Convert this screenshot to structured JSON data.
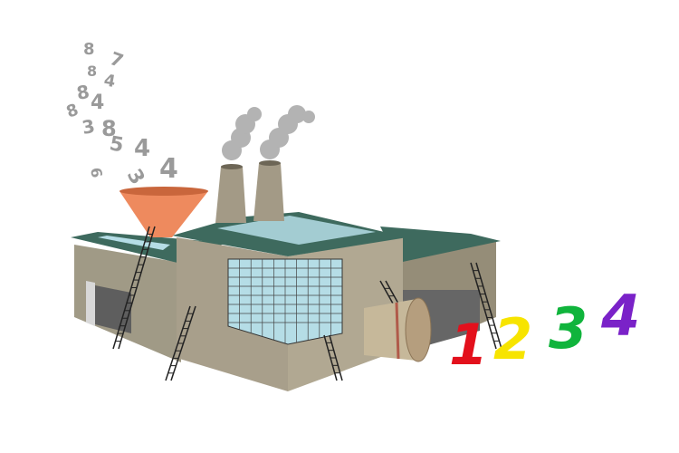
{
  "swirl_digits": [
    "8",
    "7",
    "8",
    "4",
    "8",
    "4",
    "8",
    "3",
    "8",
    "5",
    "4",
    "4",
    "6",
    "3"
  ],
  "output_digits": [
    {
      "text": "1",
      "color": "#e3101c"
    },
    {
      "text": "2",
      "color": "#f7e400"
    },
    {
      "text": "3",
      "color": "#10b43c"
    },
    {
      "text": "4",
      "color": "#7a22c8"
    }
  ],
  "colors": {
    "roof": "#3e6a5e",
    "wall": "#a39a86",
    "funnel": "#ee8a5e",
    "glass": "#b5dde6",
    "smoke": "#b0b0b0"
  }
}
